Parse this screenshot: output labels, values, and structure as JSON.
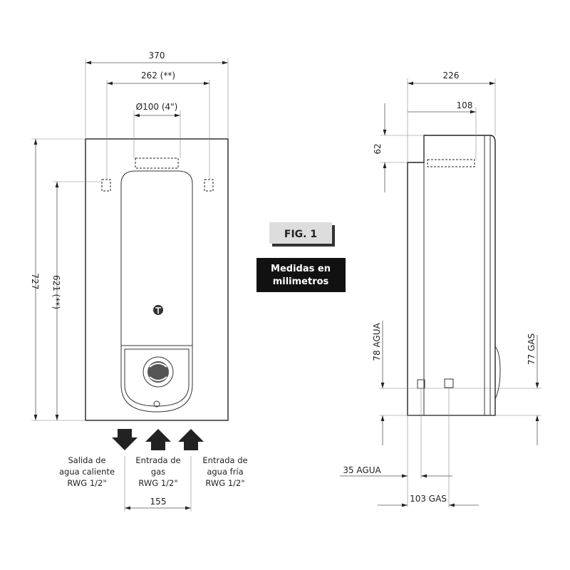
{
  "front_view": {
    "width_total": "370",
    "width_mount": "262 (**)",
    "flue_diameter": "Ø100 (4\")",
    "height_total": "727",
    "height_mount": "621 (**)",
    "connection_spacing": "155",
    "connections": [
      {
        "lines": [
          "Salida de",
          "agua caliente",
          "RWG 1/2\""
        ],
        "direction": "down"
      },
      {
        "lines": [
          "Entrada de",
          "gas",
          "RWG 1/2\""
        ],
        "direction": "up"
      },
      {
        "lines": [
          "Entrada de",
          "agua fría",
          "RWG 1/2\""
        ],
        "direction": "up"
      }
    ]
  },
  "labels": {
    "figure": "FIG. 1",
    "units_line1": "Medidas en",
    "units_line2": "milimetros"
  },
  "side_view": {
    "depth_total": "226",
    "flue_offset": "108",
    "flue_height": "62",
    "water_height": "78 AGUA",
    "gas_height": "77 GAS",
    "water_offset": "35 AGUA",
    "gas_offset": "103 GAS"
  }
}
